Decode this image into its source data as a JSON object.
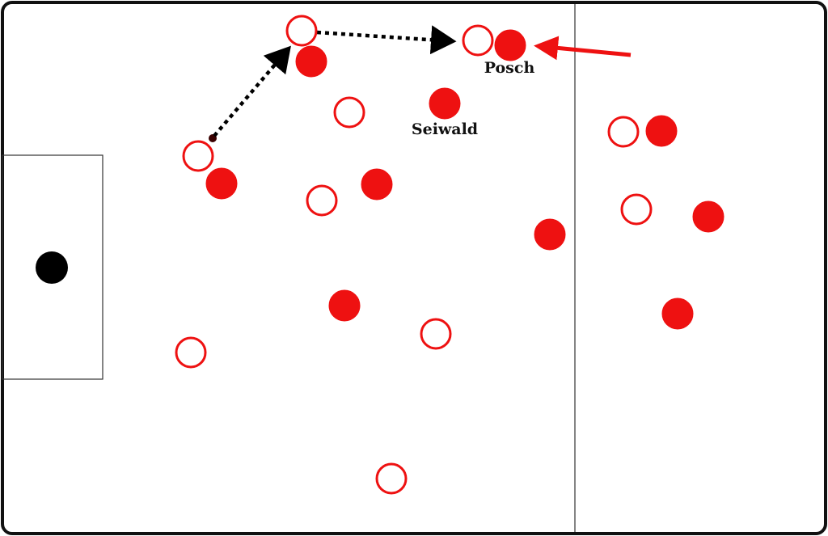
{
  "diagram": {
    "type": "football-tactics-board",
    "colors": {
      "background": "#ffffff",
      "pitch_lines": "#222222",
      "home_team": "#ee1111",
      "away_team_outline": "#ee1111",
      "away_team_fill": "#ffffff",
      "ball": "#000000",
      "pass_arrow": "#000000",
      "movement_arrow": "#ee1111"
    },
    "labels": {
      "posch": "Posch",
      "seiwald": "Seiwald"
    }
  }
}
